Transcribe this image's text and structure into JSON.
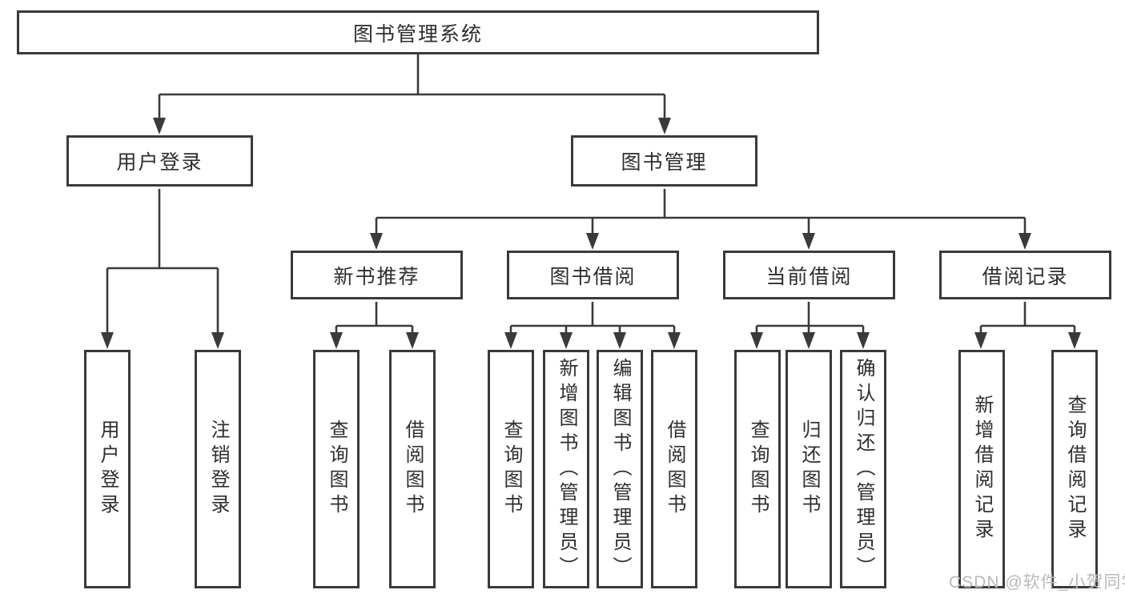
{
  "title": "图书管理系统",
  "watermark": "CSDN @软件_小贺同学",
  "colors": {
    "line": "#3a3a3a",
    "box_border": "#3a3a3a",
    "text": "#2e2e2e",
    "watermark": "#b9b9b9",
    "background": "#ffffff"
  },
  "tree": {
    "root": "图书管理系统",
    "branches": [
      {
        "label": "用户登录",
        "children": [
          "用户登录",
          "注销登录"
        ]
      },
      {
        "label": "图书管理",
        "children": [
          {
            "label": "新书推荐",
            "children": [
              "查询图书",
              "借阅图书"
            ]
          },
          {
            "label": "图书借阅",
            "children": [
              "查询图书",
              "新增图书（管理员）",
              "编辑图书（管理员）",
              "借阅图书"
            ]
          },
          {
            "label": "当前借阅",
            "children": [
              "查询图书",
              "归还图书",
              "确认归还（管理员）"
            ]
          },
          {
            "label": "借阅记录",
            "children": [
              "新增借阅记录",
              "查询借阅记录"
            ]
          }
        ]
      }
    ]
  }
}
